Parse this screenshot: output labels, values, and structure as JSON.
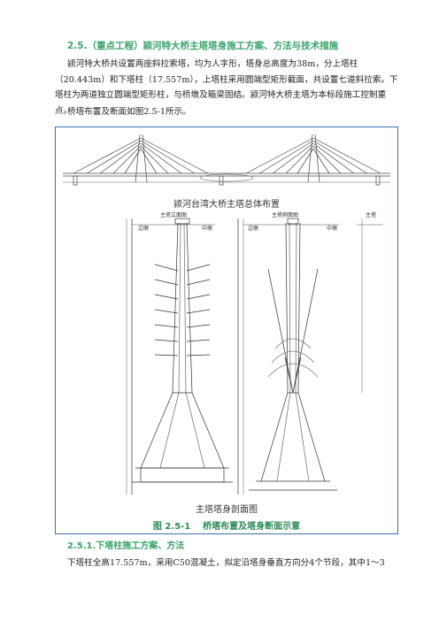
{
  "section": {
    "heading": "2.5.（重点工程）颍河特大桥主塔塔身施工方案、方法与技术措施",
    "para1": "颍河特大桥共设置两座斜拉索塔，均为人字形，塔身总高度为38m，分上塔柱（20.443m）和下塔柱（17.557m），上塔柱采用圆端型矩形截面，共设置七道斜拉索。下塔柱为两道独立圆端型矩形柱，与桥墩及箱梁固结。颍河特大桥主塔为本标段施工控制重点。",
    "para2": "桥塔布置及断面如图2.5-1所示。"
  },
  "figure": {
    "caption_top": "颍河台湾大桥主塔总体布置",
    "caption_bottom": "主塔塔身剖面图",
    "title": "图 2.5-1    桥塔布置及塔身断面示意",
    "left_labels": [
      "边墩",
      "中墩"
    ],
    "right_labels": [
      "边墩",
      "中墩"
    ],
    "left_header": "主塔立面图",
    "right_header": "主塔侧面图",
    "far_right": "主塔"
  },
  "subsection": {
    "heading": "2.5.1.下塔柱施工方案、方法",
    "para": "下塔柱全高17.557m，采用C50混凝土，拟定沿塔身垂直方向分4个节段，其中1～3"
  }
}
